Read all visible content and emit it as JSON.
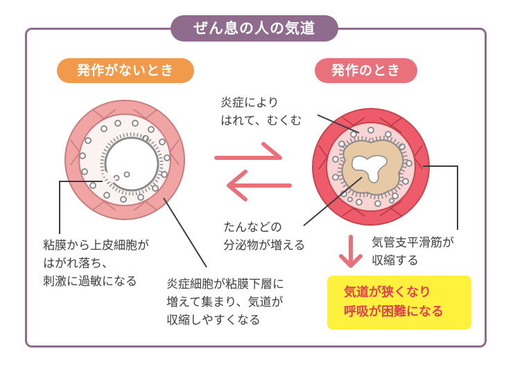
{
  "title": "ぜん息の人の気道",
  "states": {
    "normal": "発作がないとき",
    "attack": "発作のとき"
  },
  "labels": {
    "inflammation": [
      "炎症により",
      "はれて、むくむ"
    ],
    "mucus": [
      "たんなどの",
      "分泌物が増える"
    ],
    "epithelium": [
      "粘膜から上皮細胞が",
      "はがれ落ち、",
      "刺激に過敏になる"
    ],
    "inflammatory_cells": [
      "炎症細胞が粘膜下層に",
      "増えて集まり、気道が",
      "収縮しやすくなる"
    ],
    "smooth_muscle": [
      "気管支平滑筋が",
      "収縮する"
    ]
  },
  "result": [
    "気道が狭くなり",
    "呼吸が困難になる"
  ],
  "colors": {
    "frame": "#8f6b8d",
    "normal_pill": "#f19a4c",
    "attack_pill": "#e9717c",
    "arrow": "#e9717c",
    "muscle_normal": "#f1a4a4",
    "muscle_attack": "#ee5c6b",
    "mucosa": "#f8d4d4",
    "mucus_fill": "#e8c9a6",
    "result_bg": "#fff13d",
    "result_text": "#e34050"
  }
}
